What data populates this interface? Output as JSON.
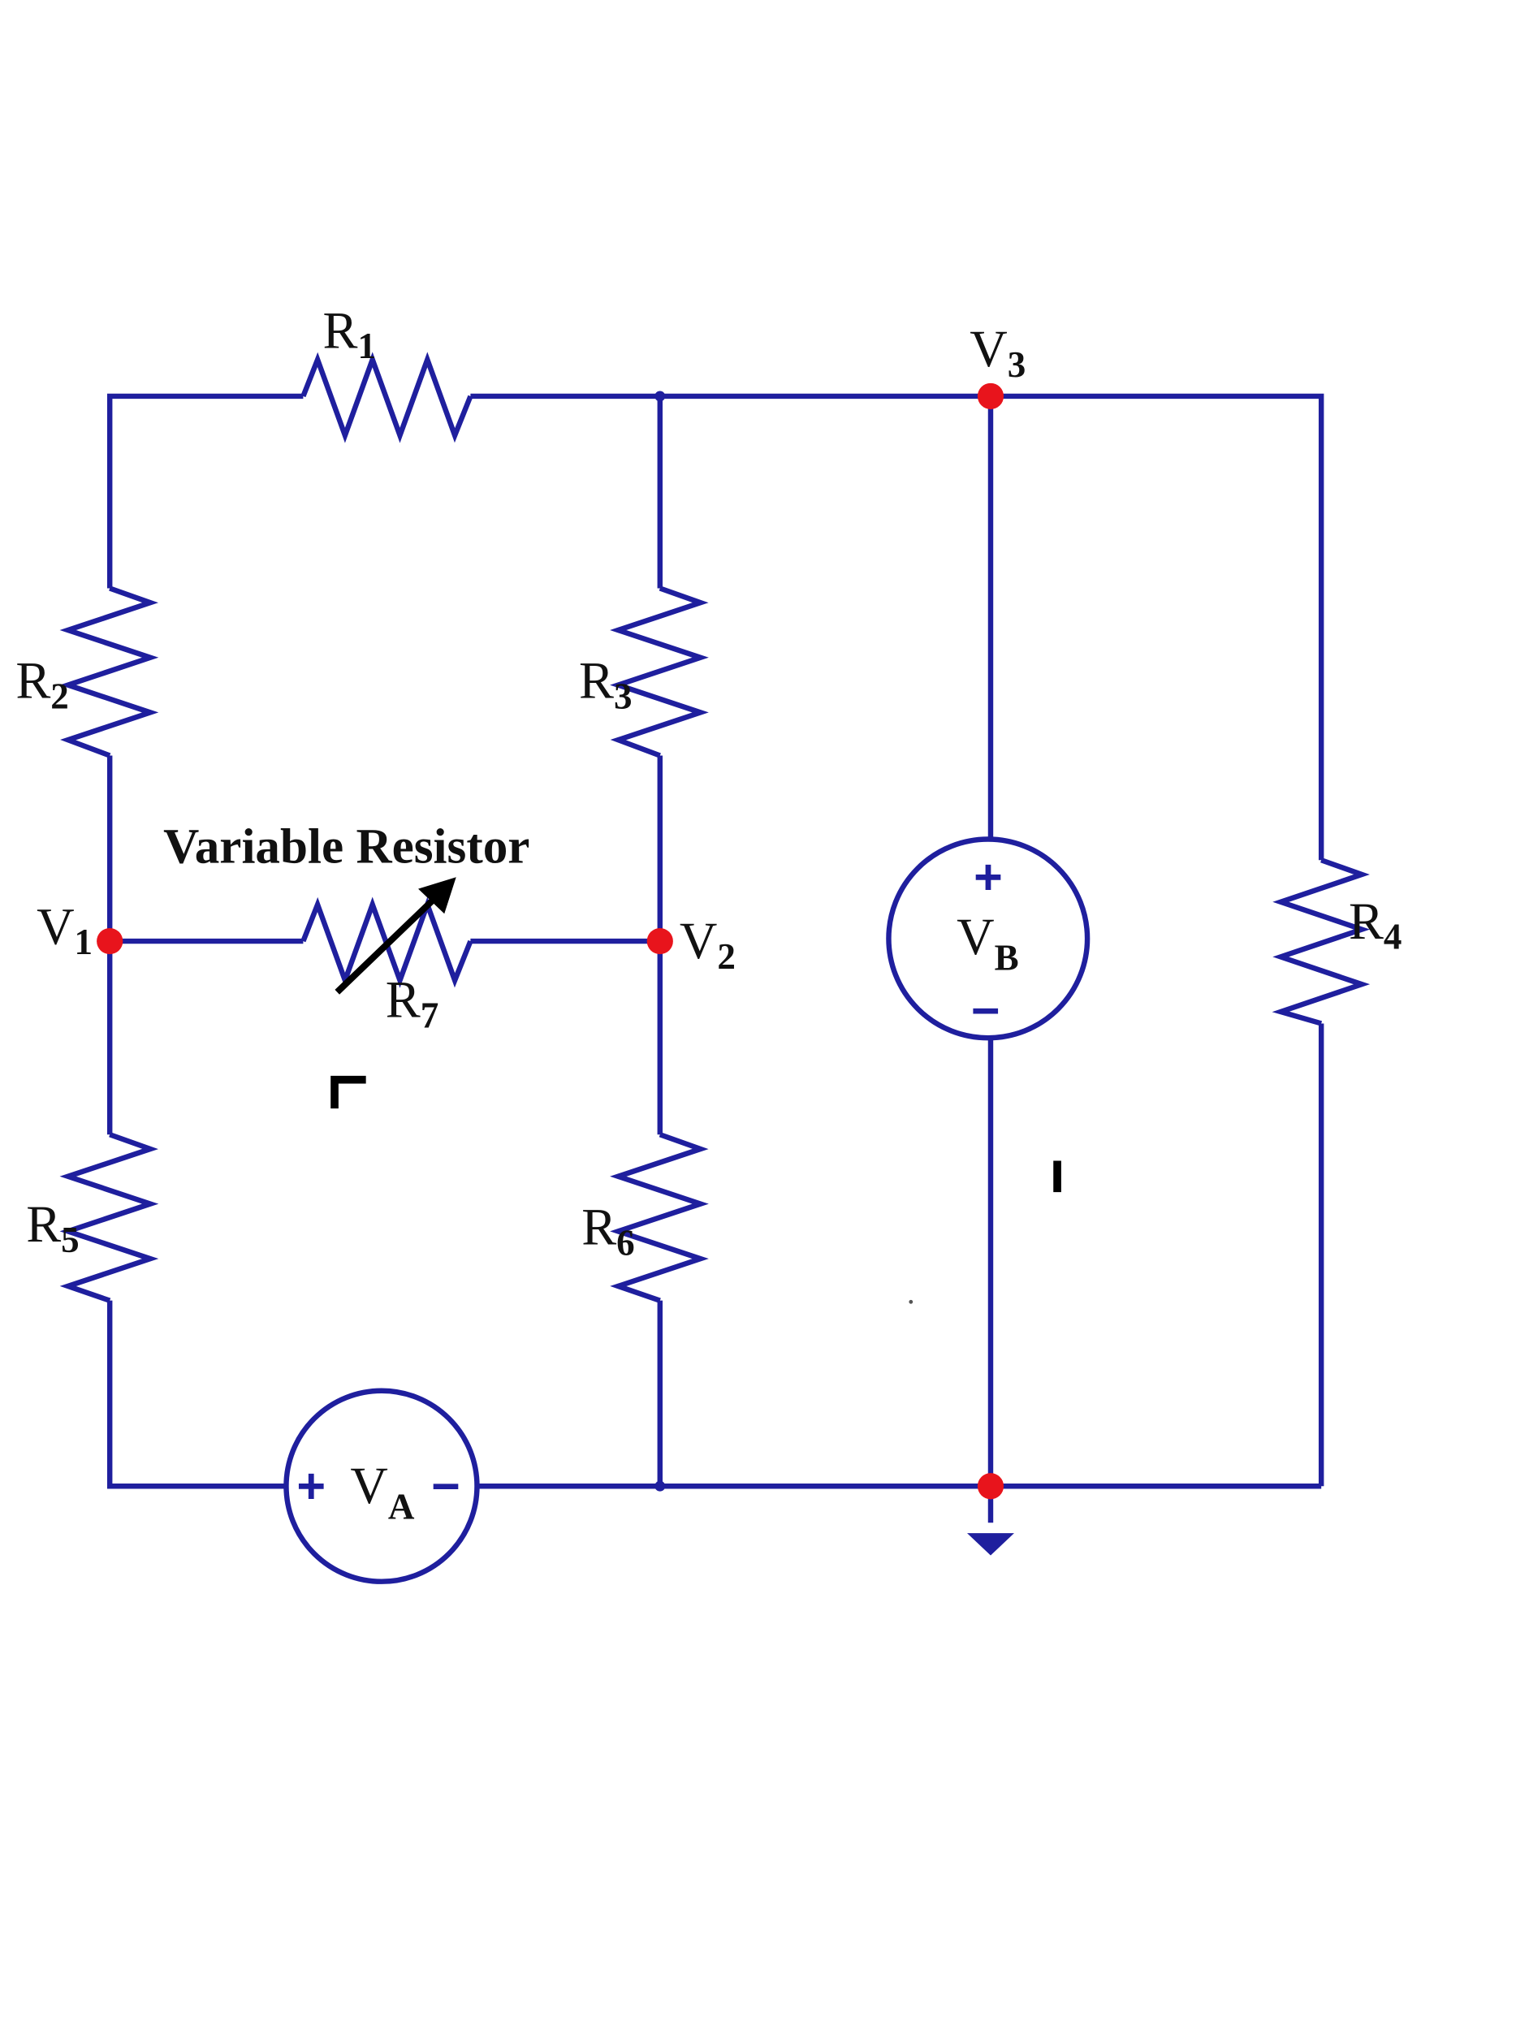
{
  "diagram": {
    "title_label": "Variable Resistor",
    "resistors": [
      {
        "id": "R1",
        "base": "R",
        "sub": "1"
      },
      {
        "id": "R2",
        "base": "R",
        "sub": "2"
      },
      {
        "id": "R3",
        "base": "R",
        "sub": "3"
      },
      {
        "id": "R4",
        "base": "R",
        "sub": "4"
      },
      {
        "id": "R5",
        "base": "R",
        "sub": "5"
      },
      {
        "id": "R6",
        "base": "R",
        "sub": "6"
      },
      {
        "id": "R7",
        "base": "R",
        "sub": "7"
      }
    ],
    "nodes": [
      {
        "id": "V1",
        "base": "V",
        "sub": "1"
      },
      {
        "id": "V2",
        "base": "V",
        "sub": "2"
      },
      {
        "id": "V3",
        "base": "V",
        "sub": "3"
      }
    ],
    "sources": [
      {
        "id": "VA",
        "base": "V",
        "sub": "A",
        "plus": "+",
        "minus": "−"
      },
      {
        "id": "VB",
        "base": "V",
        "sub": "B",
        "plus": "+",
        "minus": "−"
      }
    ],
    "colors": {
      "wire": "#1f1f9e",
      "node": "#e8141c",
      "text": "#111111"
    }
  }
}
